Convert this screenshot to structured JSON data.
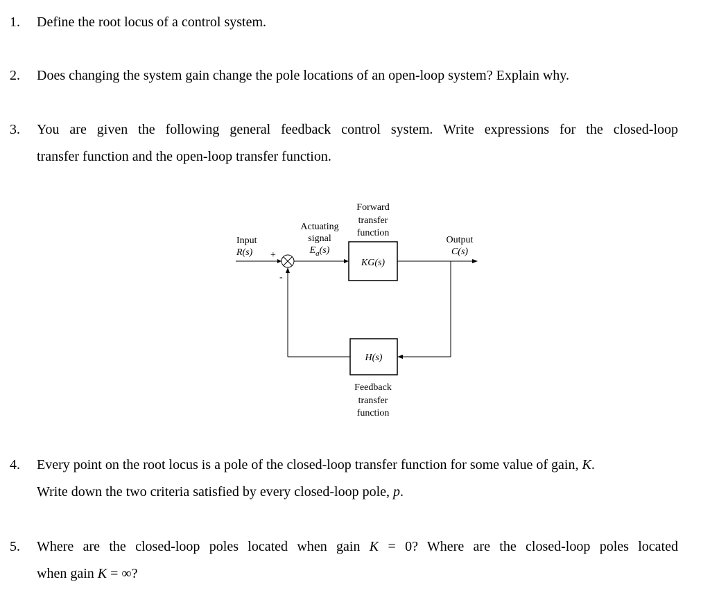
{
  "questions": [
    {
      "number": "1.",
      "lines": [
        "Define the root locus of a control system."
      ]
    },
    {
      "number": "2.",
      "lines": [
        "Does changing the system gain change the pole locations of an open-loop system? Explain why."
      ]
    },
    {
      "number": "3.",
      "lines": [
        "You are given the following general feedback control system. Write expressions for the closed-loop",
        "transfer function and the open-loop transfer function."
      ]
    },
    {
      "number": "4.",
      "line1_prefix": "Every point on the root locus is a pole of the closed-loop transfer function for some value of gain, ",
      "line1_var": "K",
      "line1_suffix": ".",
      "line2_prefix": "Write down the two criteria satisfied by every closed-loop pole, ",
      "line2_var": "p",
      "line2_suffix": "."
    },
    {
      "number": "5.",
      "line1_a": "Where are the closed-loop poles located when gain ",
      "line1_var": "K",
      "line1_b": " = 0? Where are the closed-loop poles located",
      "line2_a": "when gain ",
      "line2_var": "K",
      "line2_b": " = ∞?"
    }
  ],
  "diagram": {
    "input_label": "Input",
    "input_signal": "R(s)",
    "plus_sign": "+",
    "minus_sign": "-",
    "actuating_label_1": "Actuating",
    "actuating_label_2": "signal",
    "actuating_signal": "Ea(s)",
    "forward_label_1": "Forward",
    "forward_label_2": "transfer",
    "forward_label_3": "function",
    "forward_block": "KG(s)",
    "output_label": "Output",
    "output_signal": "C(s)",
    "feedback_block": "H(s)",
    "feedback_label_1": "Feedback",
    "feedback_label_2": "transfer",
    "feedback_label_3": "function"
  }
}
